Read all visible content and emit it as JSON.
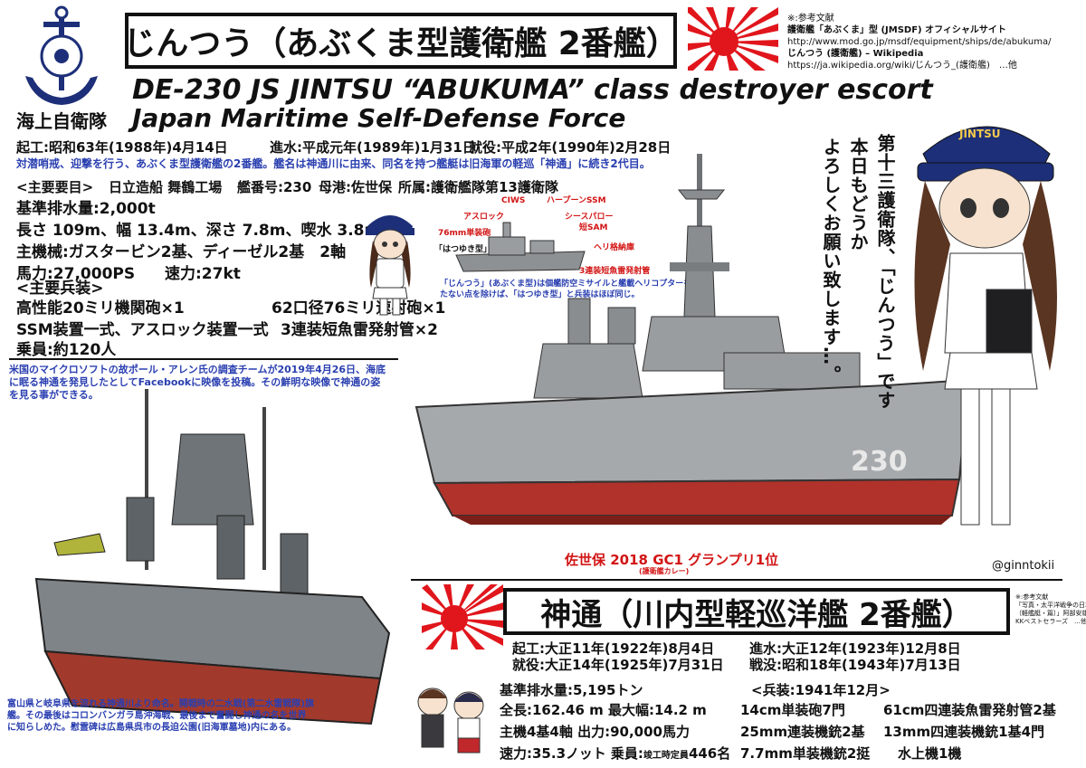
{
  "header": {
    "title": "じんつう（あぶくま型護衛艦 2番艦）",
    "english_title": "DE-230 JS JINTSU “ABUKUMA” class  destroyer escort",
    "org_ja": "海上自衛隊",
    "org_en": "Japan Maritime Self-Defense Force"
  },
  "references": {
    "heading": "※:参考文献",
    "line1": "護衛艦「あぶくま」型 (JMSDF) オフィシャルサイト",
    "line2": "http://www.mod.go.jp/msdf/equipment/ships/de/abukuma/",
    "line3": "じんつう (護衛艦) – Wikipedia",
    "line4": "https://ja.wikipedia.org/wiki/じんつう_(護衛艦)　…他"
  },
  "modern": {
    "dates": {
      "laid_down": "起工:昭和63年(1988年)4月14日",
      "launched": "進水:平成元年(1989年)1月31日",
      "commissioned": "就役:平成2年(1990年)2月28日"
    },
    "description": "対潜哨戒、迎撃を行う、あぶくま型護衛艦の2番艦。艦名は神通川に由来、同名を持つ艦艇は旧海軍の軽巡「神通」に続き2代目。",
    "main_specs_heading": "<主要要目>",
    "builder": "日立造船 舞鶴工場",
    "hull_number": "艦番号:230",
    "home_port": "母港:佐世保",
    "unit": "所属:護衛艦隊第13護衛隊",
    "displacement": "基準排水量:2,000t",
    "dimensions": "長さ 109m、幅 13.4m、深さ 7.8m、喫水 3.8m",
    "engine": "主機械:ガスタービン2基、ディーゼル2基　2軸",
    "power": "馬力:27,000PS",
    "speed": "速力:27kt",
    "armament_heading": "<主要兵装>",
    "arm1": "高性能20ミリ機関砲×1",
    "arm2": "62口径76ミリ速射砲×1",
    "arm3": "SSM装置一式、アスロック装置一式",
    "arm4": "3連装短魚雷発射管×2",
    "crew": "乗員:約120人",
    "hull_painted_number": "230",
    "curry_award": "佐世保 2018 GC1 グランプリ1位",
    "curry_sub": "(護衛艦カレー)"
  },
  "diagram": {
    "label_ciws": "CIWS",
    "label_harpoon": "ハープーンSSM",
    "label_asroc": "アスロック",
    "label_seasparrow": "シースパロー",
    "label_shortsam": "短SAM",
    "label_76mm": "76mm単装砲",
    "label_heli": "ヘリ格納庫",
    "label_torpedo": "3連装短魚雷発射管",
    "label_hatsuyuki": "「はつゆき型」",
    "note": "「じんつう」(あぶくま型)は個艦防空ミサイルと艦載ヘリコプターを持たない点を除けば、「はつゆき型」と兵装はほぼ同じ。"
  },
  "character": {
    "cap_text": "JINTSU",
    "speech": [
      "第十三護衛隊、「じんつう」です",
      "本日もどうか",
      "よろしくお願い致します…。"
    ]
  },
  "wreck_note": "米国のマイクロソフトの故ポール・アレン氏の調査チームが2019年4月26日、海底に眠る神通を発見したとしてFacebookに映像を投稿。その鮮明な映像で神通の姿を見る事ができる。",
  "artist": "@ginntokii",
  "wwii": {
    "title": "神通（川内型軽巡洋艦 2番艦）",
    "references": [
      "※:参考文献",
      "「写真・太平洋戦争の日本海軍",
      "〔軽艦艇・篇〕」阿部安雄・中川務",
      "KKベストセラーズ　…他"
    ],
    "laid_down": "起工:大正11年(1922年)8月4日",
    "launched": "進水:大正12年(1923年)12月8日",
    "commissioned": "就役:大正14年(1925年)7月31日",
    "sunk": "戦没:昭和18年(1943年)7月13日",
    "displacement": "基準排水量:5,195トン",
    "length": "全長:162.46 m 最大幅:14.2 m",
    "engine": "主機4基4軸 出力:90,000馬力",
    "speed_crew": "速力:35.3ノット 乗員:",
    "crew_small": "竣工時定員",
    "crew_num": "446名",
    "armament_heading": "<兵装:1941年12月>",
    "arm1": "14cm単装砲7門",
    "arm2": "61cm四連装魚雷発射管2基",
    "arm3": "25mm連装機銃2基",
    "arm4": "13mm四連装機銃1基4門",
    "arm5": "7.7mm単装機銃2挺",
    "arm6": "水上機1機",
    "history_note": "富山県と岐阜県を流れる神通川より命名。開戦時の二水戦(第二水雷戦隊)旗艦。その最後はコロンバンガラ島沖海戦、最後まで奮闘し神通の名を世界に知らしめた。慰霊碑は広島県呉市の長迫公園(旧海軍墓地)内にある。"
  }
}
